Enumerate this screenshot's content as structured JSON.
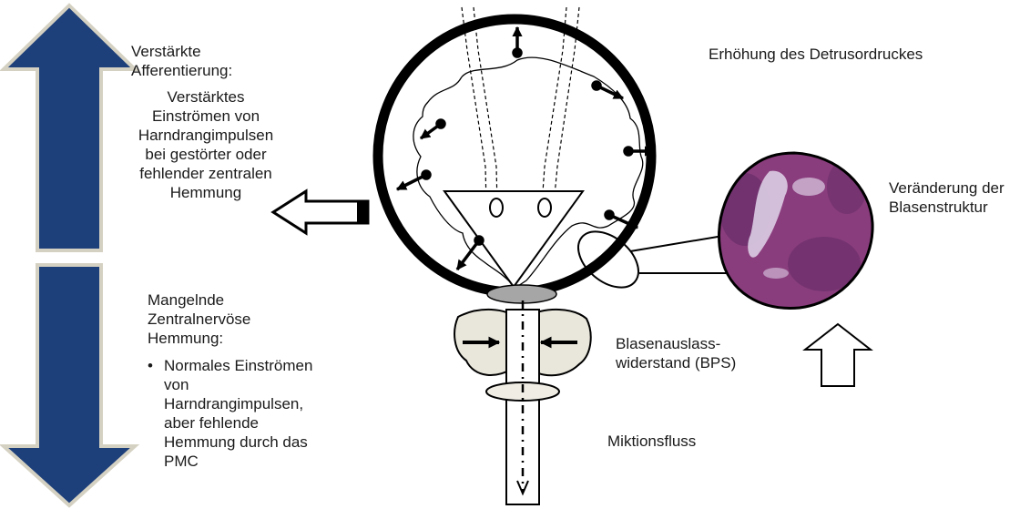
{
  "afferent": {
    "title_lines": [
      "Verstärkte",
      "Afferentierung:"
    ],
    "body_lines": [
      "Verstärktes",
      "Einströmen von",
      "Harndrangimpulsen",
      "bei gestörter oder",
      "fehlender zentralen",
      "Hemmung"
    ]
  },
  "inhibition": {
    "title_lines": [
      "Mangelnde",
      "Zentralnervöse",
      "Hemmung:"
    ],
    "bullet": "•",
    "item_lines": [
      "Normales Einströmen",
      "von",
      "Harndrangimpulsen,",
      "aber fehlende",
      "Hemmung durch das",
      "PMC"
    ]
  },
  "labels": {
    "detrusor_pressure": "Erhöhung des Detrusordruckes",
    "bladder_structure_lines": [
      "Veränderung der",
      "Blasenstruktur"
    ],
    "outlet_resistance_lines": [
      "Blasenauslass-",
      "widerstand (BPS)"
    ],
    "voiding_flow": "Miktionsfluss"
  },
  "colors": {
    "arrow_fill": "#1d3f7a",
    "arrow_border": "#d5d1c2",
    "prostate_fill": "#e9e7dc",
    "sphincter_fill": "#a6a6a6",
    "tissue_base": "#8a3d7d",
    "tissue_dark": "#5e2a64",
    "tissue_light": "#dccde4"
  }
}
